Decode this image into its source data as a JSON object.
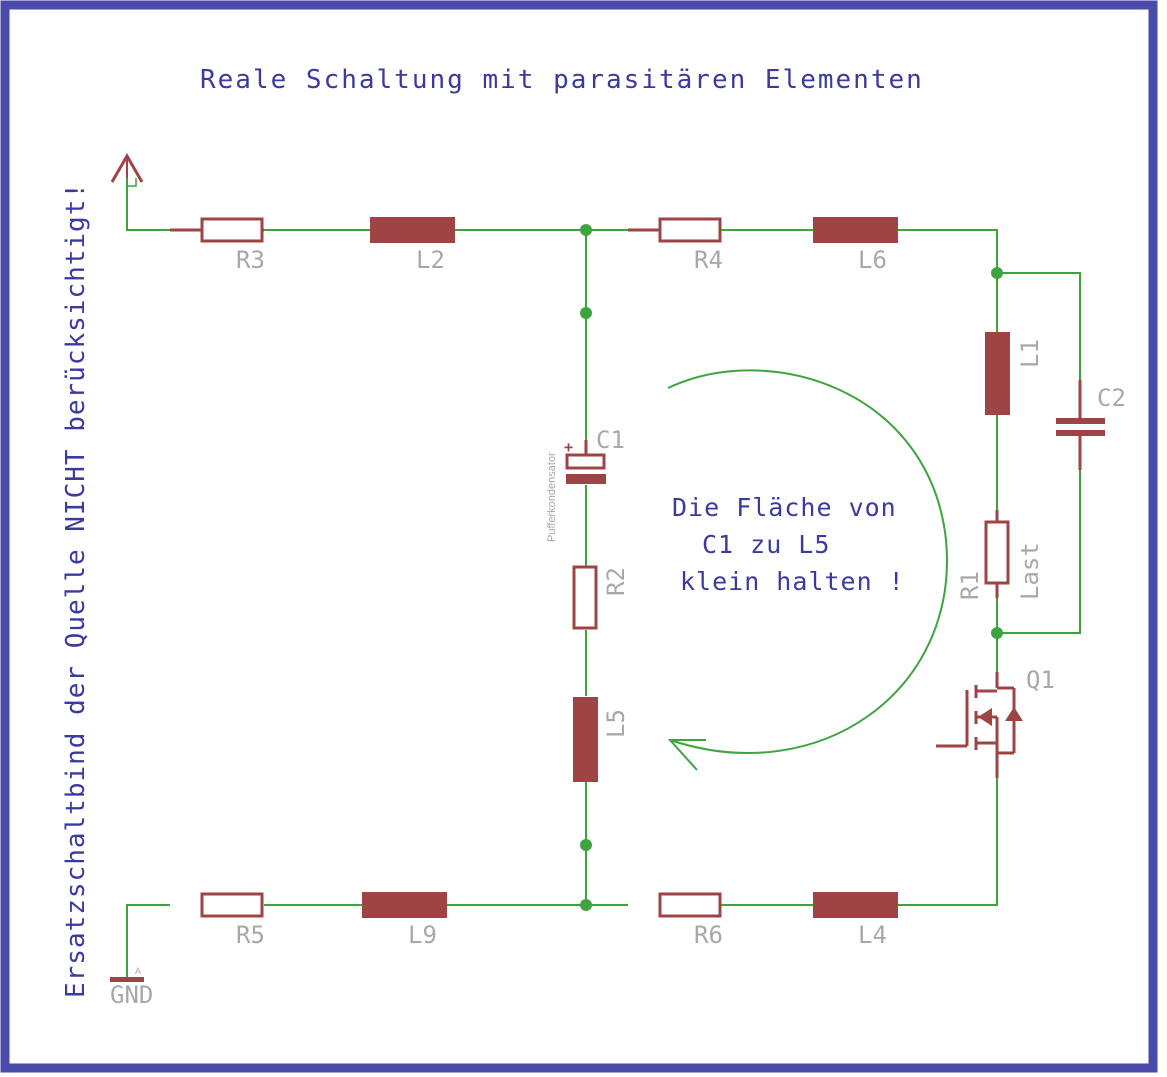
{
  "title": "Reale Schaltung mit parasitären Elementen",
  "side_note": "Ersatzschaltbind der Quelle NICHT berücksichtigt!",
  "loop_note": {
    "line1": "Die Fläche von",
    "line2": "C1 zu L5",
    "line3": "klein halten !"
  },
  "components": {
    "R3": "R3",
    "L2": "L2",
    "R4": "R4",
    "L6": "L6",
    "L1": "L1",
    "C2": "C2",
    "C1": "C1",
    "C1_plus": "+",
    "C1_note": "Pufferkondensator",
    "R2": "R2",
    "L5": "L5",
    "R1": "R1",
    "R1_value": "Last",
    "Q1": "Q1",
    "R5": "R5",
    "L9": "L9",
    "R6": "R6",
    "L4": "L4",
    "GND": "GND",
    "GND_small": "A"
  },
  "colors": {
    "frame": "#4a4aa8",
    "wire": "#3fa33f",
    "component": "#9e4444",
    "label": "#a8a8a8",
    "note": "#3a3aa0"
  }
}
